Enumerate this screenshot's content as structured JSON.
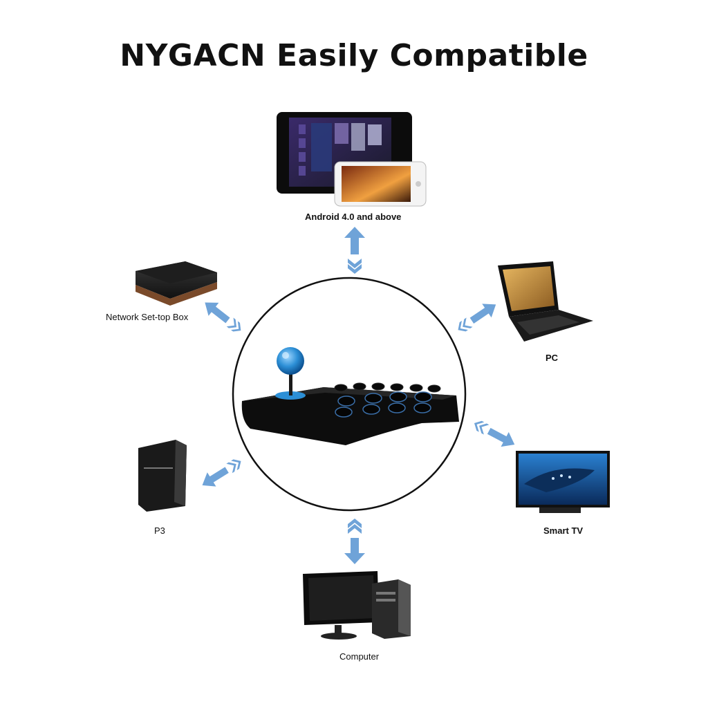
{
  "title": "NYGACN Easily Compatible",
  "devices": {
    "android": "Android 4.0 and above",
    "settop": "Network Set-top Box",
    "pc": "PC",
    "p3": "P3",
    "smarttv": "Smart TV",
    "computer": "Computer"
  },
  "colors": {
    "arrow": "#6fa3d8",
    "ball": "#2c8fd6",
    "controller": "#111111"
  }
}
